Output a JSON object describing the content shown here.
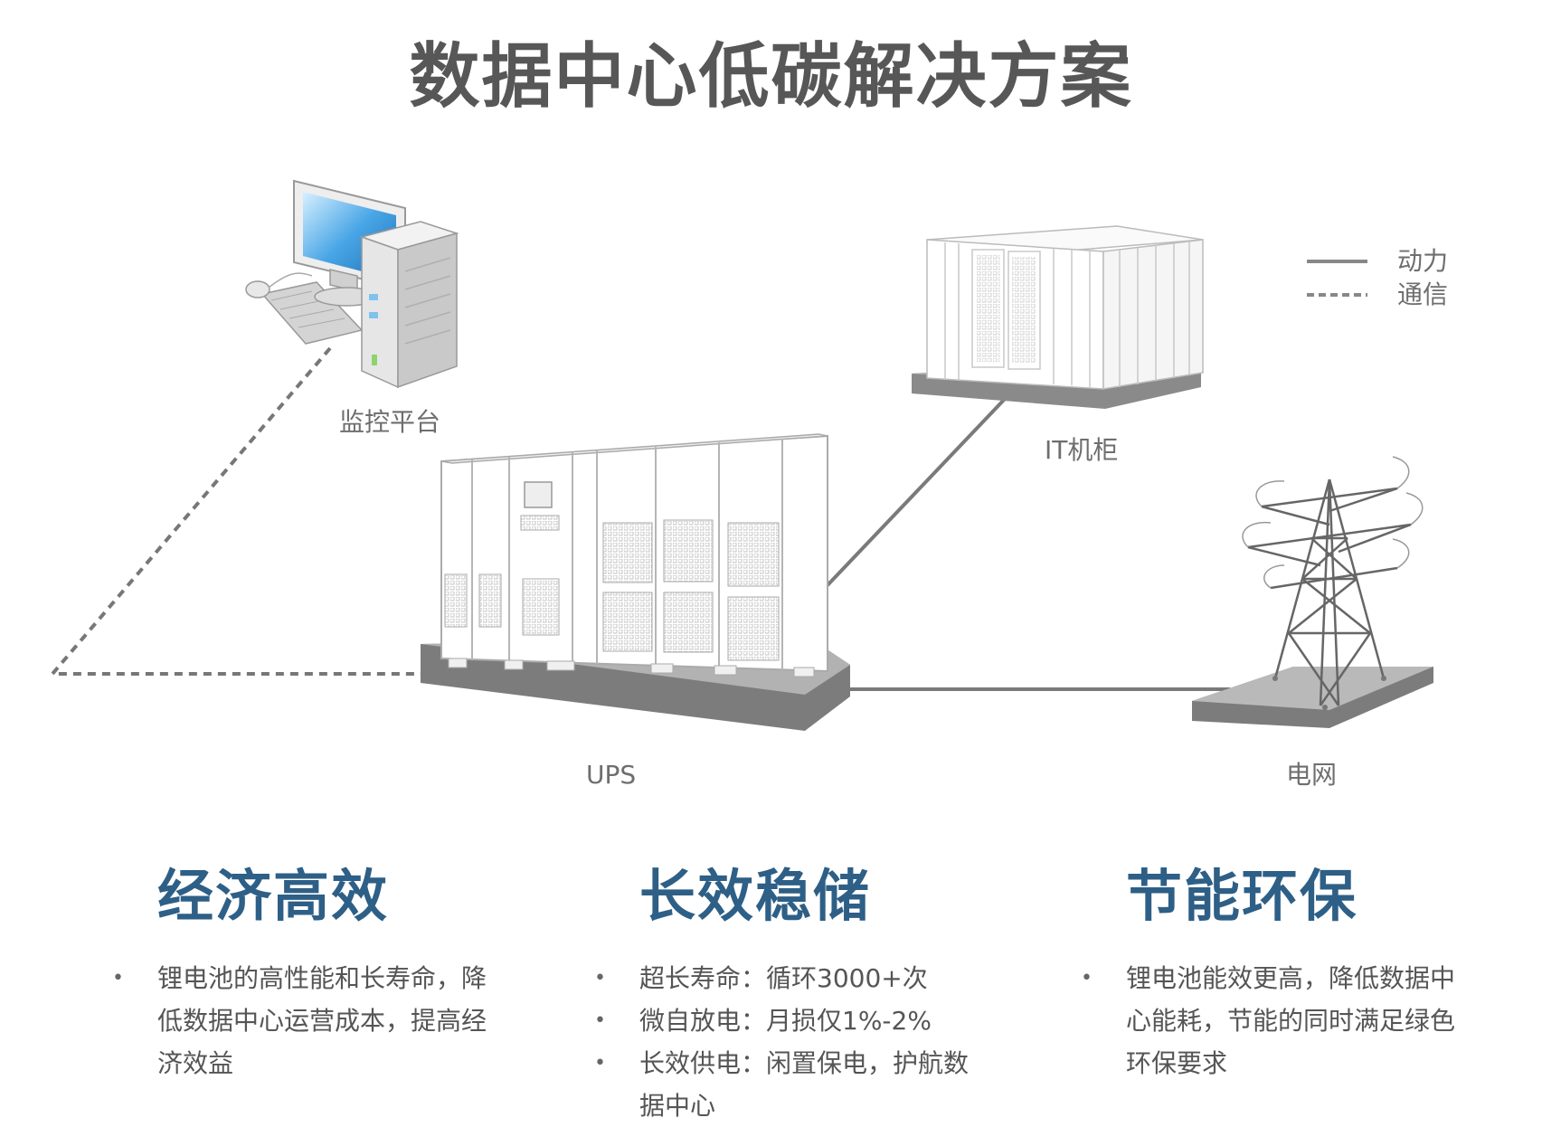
{
  "title": "数据中心低碳解决方案",
  "legend": {
    "power": "动力",
    "comm": "通信"
  },
  "nodes": {
    "monitor": "监控平台",
    "it_cabinet": "IT机柜",
    "ups": "UPS",
    "grid": "电网"
  },
  "features": [
    {
      "title": "经济高效",
      "bullets": [
        "锂电池的高性能和长寿命，降低数据中心运营成本，提高经济效益"
      ]
    },
    {
      "title": "长效稳储",
      "bullets": [
        "超长寿命：循环3000+次",
        "微自放电：月损仅1%-2%",
        "长效供电：闲置保电，护航数据中心"
      ]
    },
    {
      "title": "节能环保",
      "bullets": [
        "锂电池能效更高，降低数据中心能耗，节能的同时满足绿色环保要求"
      ]
    }
  ],
  "colors": {
    "title": "#575757",
    "heading": "#2e5f86",
    "body_text": "#555555",
    "line": "#777777",
    "monitor_screen": "#49a6e6"
  }
}
